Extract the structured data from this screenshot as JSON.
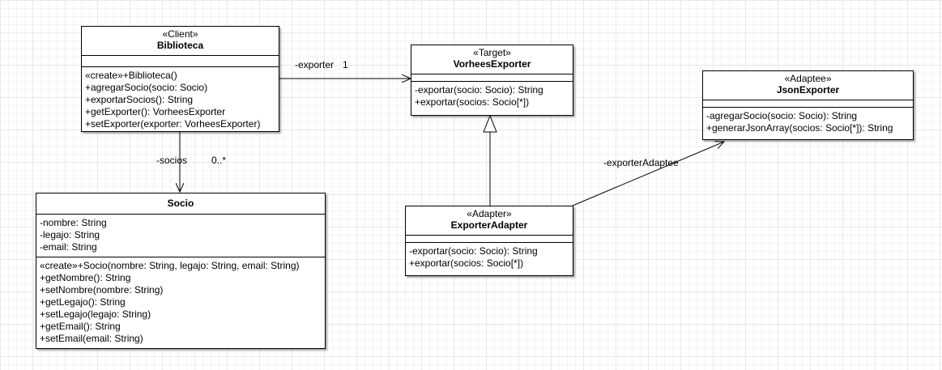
{
  "classes": {
    "biblioteca": {
      "stereotype": "«Client»",
      "name": "Biblioteca",
      "attributes": [],
      "methods": [
        "«create»+Biblioteca()",
        "+agregarSocio(socio: Socio)",
        "+exportarSocios(): String",
        "+getExporter(): VorheesExporter",
        "+setExporter(exporter: VorheesExporter)"
      ]
    },
    "vorhees": {
      "stereotype": "«Target»",
      "name": "VorheesExporter",
      "methods": [
        "-exportar(socio: Socio): String",
        "+exportar(socios: Socio[*])"
      ]
    },
    "json": {
      "stereotype": "«Adaptee»",
      "name": "JsonExporter",
      "methods": [
        "-agregarSocio(socio: Socio): String",
        "+generarJsonArray(socios: Socio[*]): String"
      ]
    },
    "socio": {
      "stereotype": "",
      "name": "Socio",
      "attributes": [
        "-nombre: String",
        "-legajo: String",
        "-email: String"
      ],
      "methods": [
        "«create»+Socio(nombre: String, legajo: String, email: String)",
        "+getNombre(): String",
        "+setNombre(nombre: String)",
        "+getLegajo(): String",
        "+setLegajo(legajo: String)",
        "+getEmail(): String",
        "+setEmail(email: String)"
      ]
    },
    "adapter": {
      "stereotype": "«Adapter»",
      "name": "ExporterAdapter",
      "methods": [
        "-exportar(socio: Socio): String",
        "+exportar(socios: Socio[*])"
      ]
    }
  },
  "labels": {
    "exporter_role": "-exporter",
    "exporter_mult": "1",
    "socios_role": "-socios",
    "socios_mult": "0..*",
    "adaptee_role": "-exporterAdaptee"
  }
}
